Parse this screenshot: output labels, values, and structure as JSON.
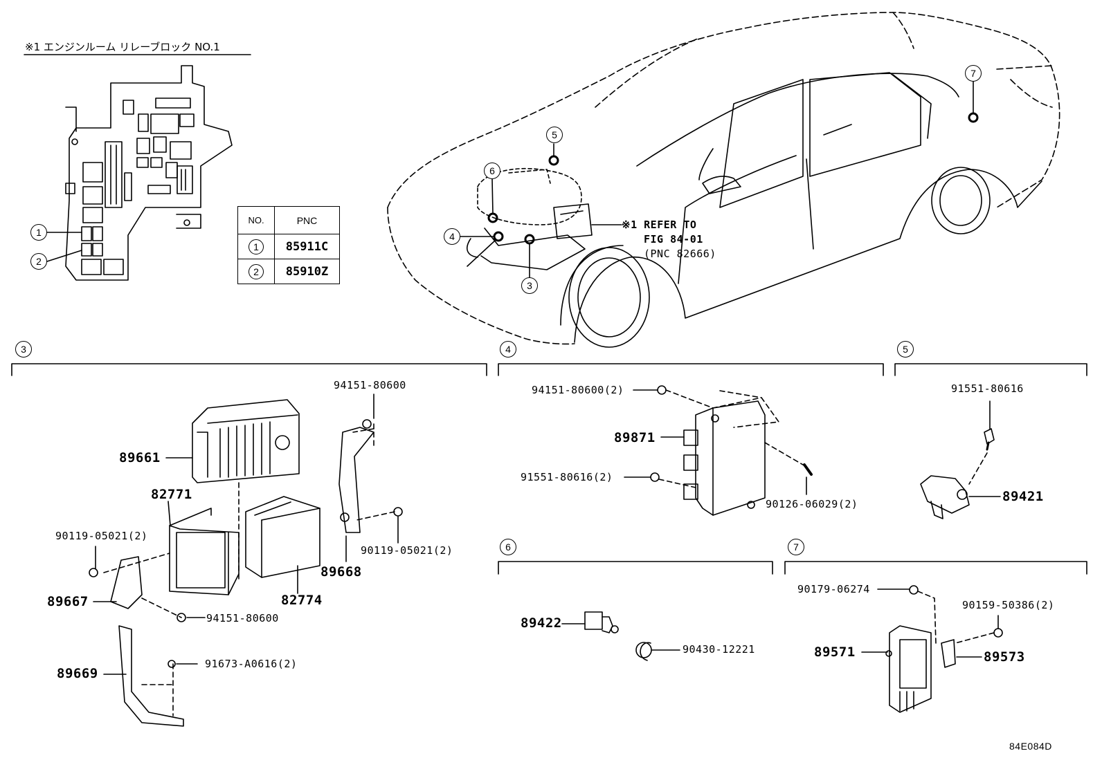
{
  "relay_block": {
    "title": "※1 エンジンルーム リレーブロック NO.1",
    "callouts": [
      "1",
      "2"
    ]
  },
  "pnc_table": {
    "headers": [
      "NO.",
      "PNC"
    ],
    "rows": [
      {
        "no": "1",
        "pnc": "85911C"
      },
      {
        "no": "2",
        "pnc": "85910Z"
      }
    ]
  },
  "car_view": {
    "locations": [
      "3",
      "4",
      "5",
      "6",
      "7"
    ],
    "refer_note": [
      "※1 REFER TO",
      "FIG 84-01",
      "(PNC 82666)"
    ]
  },
  "section3": {
    "id": "3",
    "parts": {
      "p89661": "89661",
      "p82771": "82771",
      "p90119a": "90119-05021(2)",
      "p89667": "89667",
      "p89669": "89669",
      "p94151a": "94151-80600",
      "p94151b": "94151-80600",
      "p90119b": "90119-05021(2)",
      "p89668": "89668",
      "p82774": "82774",
      "p91673": "91673-A0616(2)"
    }
  },
  "section4": {
    "id": "4",
    "parts": {
      "p94151": "94151-80600(2)",
      "p89871": "89871",
      "p91551": "91551-80616(2)",
      "p90126": "90126-06029(2)"
    }
  },
  "section5": {
    "id": "5",
    "parts": {
      "p91551": "91551-80616",
      "p89421": "89421"
    }
  },
  "section6": {
    "id": "6",
    "parts": {
      "p89422": "89422",
      "p90430": "90430-12221"
    }
  },
  "section7": {
    "id": "7",
    "parts": {
      "p90179": "90179-06274",
      "p90159": "90159-50386(2)",
      "p89571": "89571",
      "p89573": "89573"
    }
  },
  "figure_code": "84E084D"
}
